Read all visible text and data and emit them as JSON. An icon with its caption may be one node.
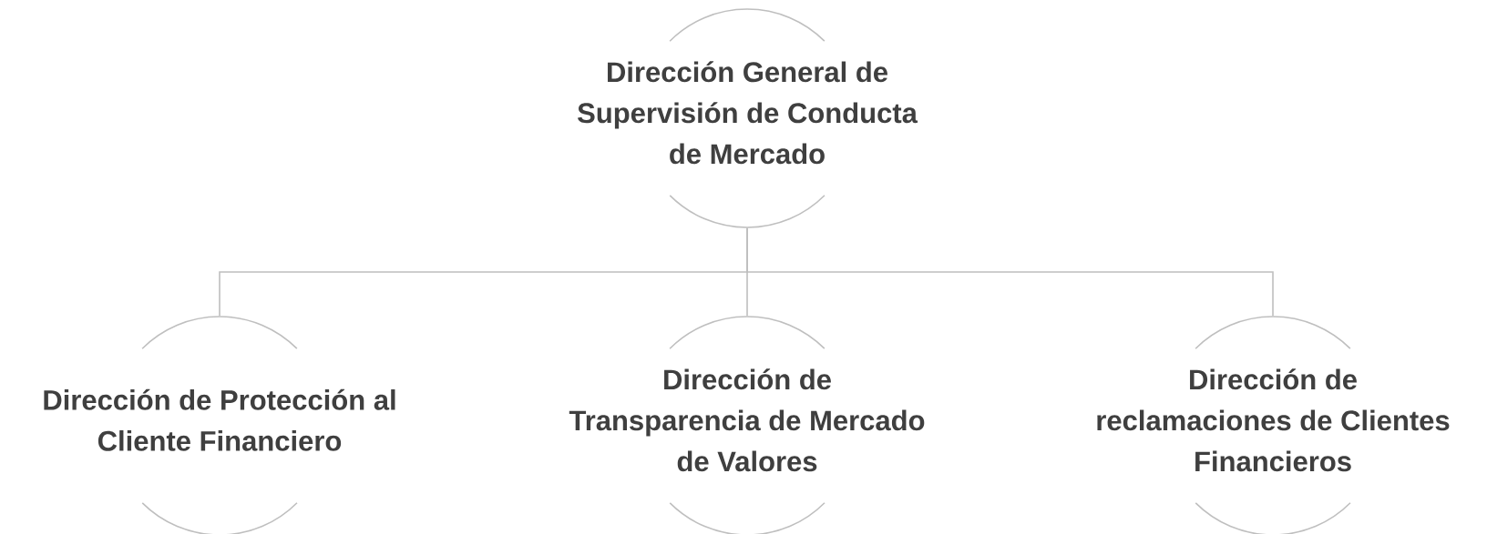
{
  "diagram": {
    "nodes": [
      {
        "text": [
          "Dirección General de Supervisión de Conducta de Mercado"
        ]
      },
      {
        "text": [
          "Dirección de Protección al Cliente Financiero"
        ]
      },
      {
        "text": [
          "Dirección de Transparencia de Mercado de Valores"
        ]
      },
      {
        "text": [
          "Dirección de reclamaciones de Clientes Financieros"
        ]
      }
    ],
    "edges": [
      {
        "from": 0,
        "to": 1,
        "arrow": "none"
      },
      {
        "from": 0,
        "to": 2,
        "arrow": "none"
      },
      {
        "from": 0,
        "to": 3,
        "arrow": "none"
      }
    ]
  }
}
